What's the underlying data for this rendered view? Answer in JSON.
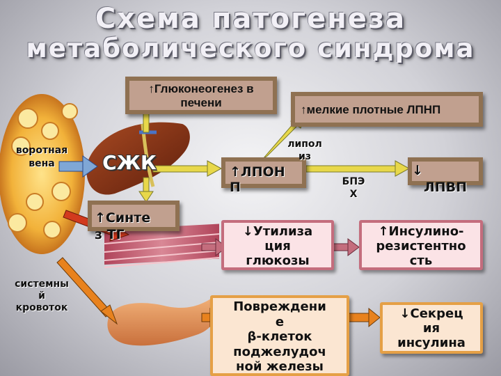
{
  "title": {
    "line1": "Схема патогенеза",
    "line2": "метаболического синдрома"
  },
  "boxes": {
    "gluconeogenesis": {
      "arrow": "↑",
      "line1": "Глюконеогенез в",
      "line2": "печени"
    },
    "small_ldl": {
      "arrow": "↑",
      "text": "мелкие плотные ЛПНП"
    },
    "vldl": {
      "line1": "↑ЛПОН",
      "line2": "П"
    },
    "hdl": {
      "line1": "↓",
      "line2": "ЛПВП"
    },
    "tg": {
      "line1": "↑Синте",
      "line2": "з ТГ"
    },
    "glucose": {
      "line1": "↓Утилиза",
      "line2": "ция",
      "line3": "глюкозы"
    },
    "insulin_resistance": {
      "line1": "↑Инсулино-",
      "line2": "резистентно",
      "line3": "сть"
    },
    "beta_damage": {
      "line1": "Повреждени",
      "line2": "е",
      "line3": "β-клеток",
      "line4": "поджелудоч",
      "line5": "ной железы"
    },
    "insulin_secretion": {
      "line1": "↓Секрец",
      "line2": "ия",
      "line3": "инсулина"
    }
  },
  "labels": {
    "portal_vein": {
      "line1": "воротная",
      "line2": "вена"
    },
    "systemic": {
      "line1": "системны",
      "line2": "й",
      "line3": "кровоток"
    },
    "ffa": "СЖК",
    "lipolysis": {
      "line1": "липол",
      "line2": "из"
    },
    "cetp": {
      "line1": "БПЭ",
      "line2": "Х"
    }
  },
  "colors": {
    "box_fill": "#c1a08f",
    "box_border": "#8f7152",
    "pink_border": "#c46d7d",
    "orange_border": "#e5a046",
    "arrow_blue": "#7fa7d6",
    "arrow_yellow": "#e8d84a",
    "arrow_orange": "#e8821e",
    "arrow_red": "#d23a1e"
  }
}
